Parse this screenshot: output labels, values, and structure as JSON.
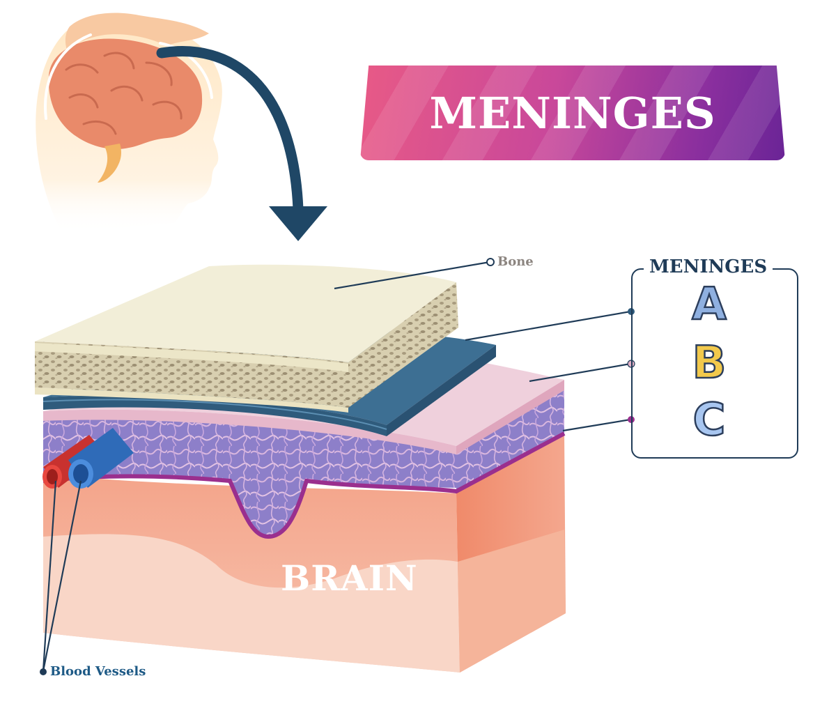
{
  "banner": {
    "title": "MENINGES"
  },
  "labels": {
    "bone": "Bone",
    "blood_vessels": "Blood Vessels",
    "brain": "BRAIN"
  },
  "meninges_box": {
    "title": "MENINGES",
    "layers": [
      "A",
      "B",
      "C"
    ]
  },
  "colors": {
    "banner_start": "#e85a86",
    "banner_end": "#6a2496",
    "arrow": "#1f4766",
    "bone": "#f2eed8",
    "dura": "#3d6f93",
    "arachnoid": "#e9c7d6",
    "pia": "#9a2f8e",
    "brain": "#f2b49a"
  },
  "icons": [
    "head-brain-icon",
    "curved-arrow-icon",
    "artery-icon",
    "vein-icon"
  ]
}
